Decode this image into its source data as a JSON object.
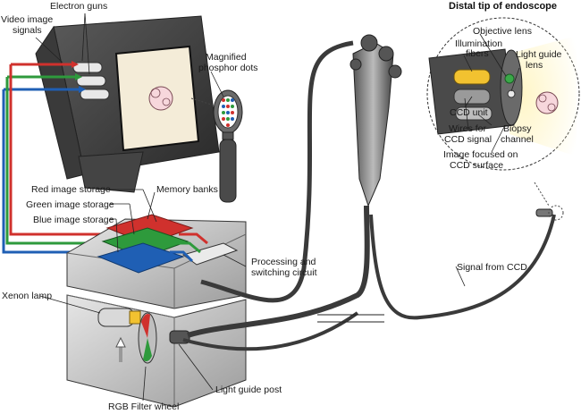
{
  "labels": {
    "electron_guns": "Electron guns",
    "video_image_signals_1": "Video image",
    "video_image_signals_2": "signals",
    "magnified_1": "Magnified",
    "magnified_2": "phosphor dots",
    "distal_tip": "Distal tip of endoscope",
    "objective_lens": "Objective lens",
    "illumination_1": "Illumination",
    "illumination_2": "fibers",
    "light_guide_1": "Light guide",
    "light_guide_2": "lens",
    "ccd_unit": "CCD unit",
    "wires_1": "Wires for",
    "wires_2": "CCD signal",
    "biopsy_1": "Biopsy",
    "biopsy_2": "channel",
    "image_focused_1": "Image focused on",
    "image_focused_2": "CCD surface",
    "red_storage": "Red image storage",
    "green_storage": "Green image storage",
    "blue_storage": "Blue image storage",
    "memory_banks": "Memory banks",
    "processing_1": "Processing and",
    "processing_2": "switching circuit",
    "signal_from_ccd": "Signal from CCD",
    "xenon_lamp": "Xenon lamp",
    "light_guide_post": "Light guide post",
    "rgb_filter_wheel": "RGB Filter wheel"
  },
  "colors": {
    "red": "#d0312d",
    "green": "#2e9a3c",
    "blue": "#1f5fb4",
    "gray_dark": "#3d3d3d",
    "gray_mid": "#8a8a8a",
    "gray_light": "#cfcfcf",
    "yellow": "#f2c230"
  }
}
